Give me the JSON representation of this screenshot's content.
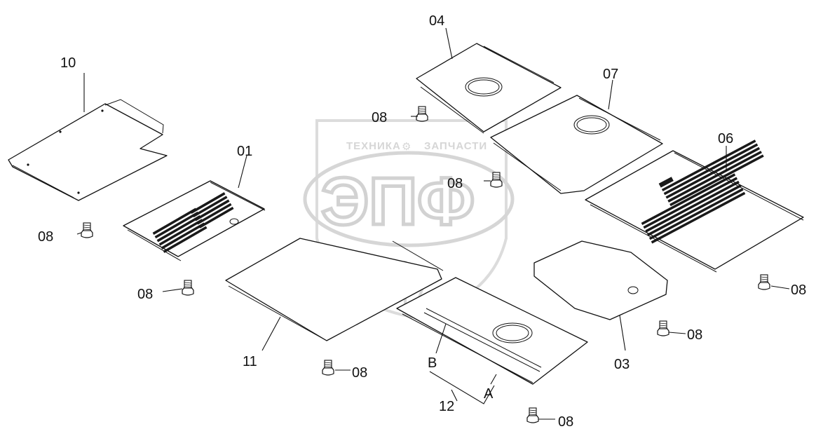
{
  "watermark": {
    "top_text_left": "ТЕХНИКА",
    "top_text_right": "ЗАПЧАСТИ",
    "big_text": "ЭПФ",
    "color": "#d2d2d2"
  },
  "labels": {
    "p01": "01",
    "p03": "03",
    "p04": "04",
    "p06": "06",
    "p07": "07",
    "p10": "10",
    "p11": "11",
    "p12": "12",
    "A": "A",
    "B": "B",
    "bolt": "08"
  }
}
